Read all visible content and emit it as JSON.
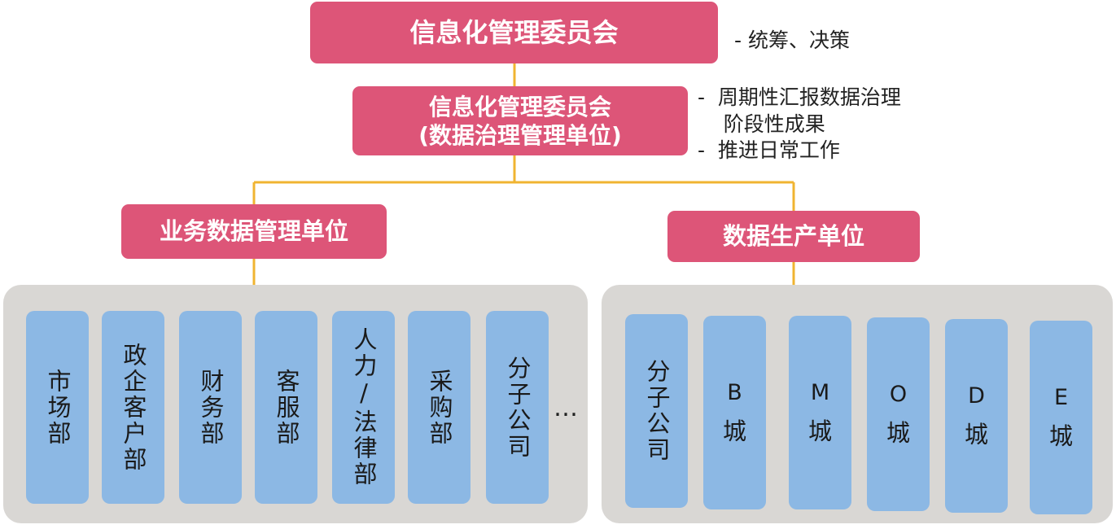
{
  "top": {
    "title": "信息化管理委员会",
    "note": "-  统筹、决策"
  },
  "mid": {
    "title_line1": "信息化管理委员会",
    "title_line2": "(数据治理管理单位)",
    "notes": [
      "-  周期性汇报数据治理",
      "    阶段性成果",
      "-  推进日常工作"
    ]
  },
  "left": {
    "title": "业务数据管理单位",
    "units": [
      "市场部",
      "政企客户部",
      "财务部",
      "客服部",
      "人力/法律部",
      "采购部",
      "分子公司"
    ],
    "more": "…"
  },
  "right": {
    "title": "数据生产单位",
    "first_unit": "分子公司",
    "cities": [
      {
        "letter": "B",
        "suffix": "城"
      },
      {
        "letter": "M",
        "suffix": "城"
      },
      {
        "letter": "O",
        "suffix": "城"
      },
      {
        "letter": "D",
        "suffix": "城"
      },
      {
        "letter": "E",
        "suffix": "城"
      }
    ]
  },
  "colors": {
    "pink": "#dd5578",
    "blue": "#8cb8e4",
    "gray": "#d9d7d4",
    "line": "#f0b431"
  }
}
